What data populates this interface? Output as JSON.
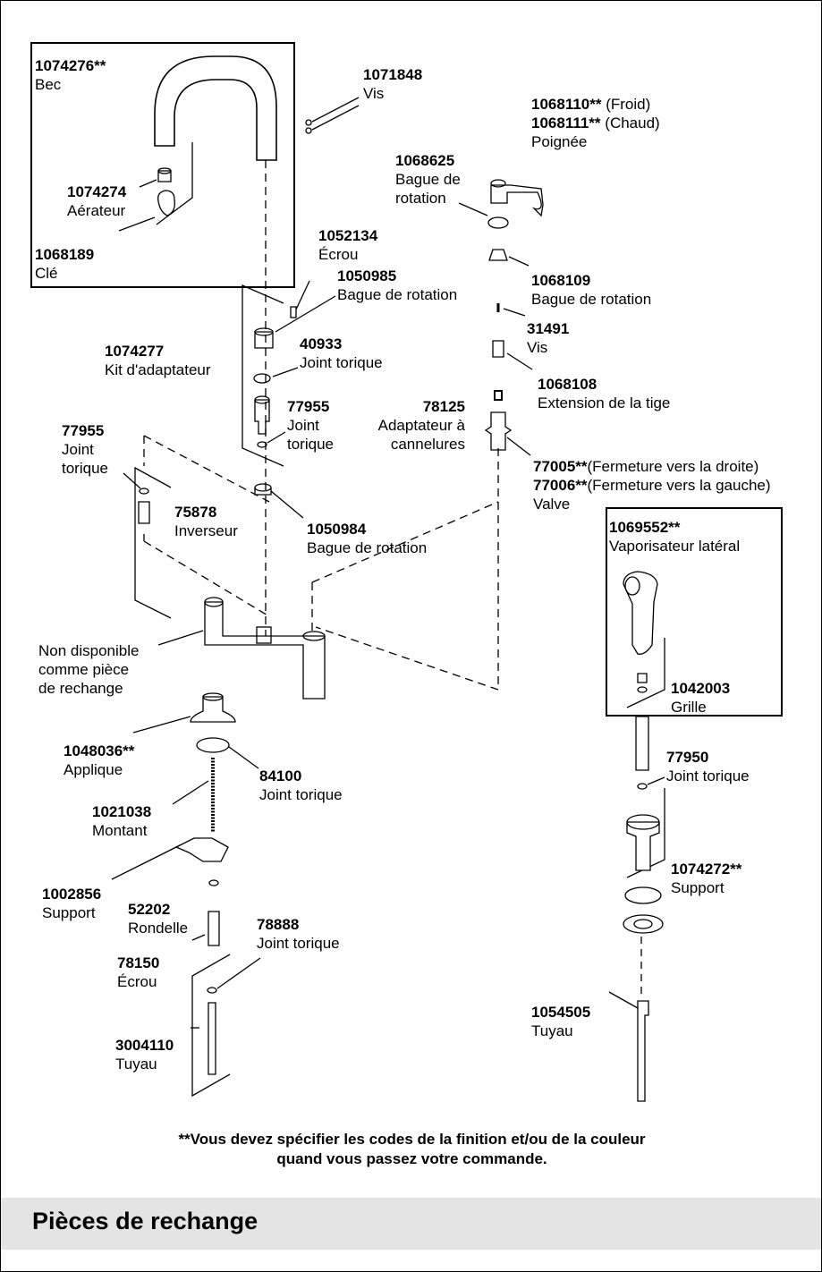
{
  "parts": {
    "bec": {
      "num": "1074276**",
      "name": "Bec"
    },
    "vis_top": {
      "num": "1071848",
      "name": "Vis"
    },
    "aerateur": {
      "num": "1074274",
      "name": "Aérateur"
    },
    "cle": {
      "num": "1068189",
      "name": "Clé"
    },
    "poignee": {
      "num1": "1068110**",
      "name1": "(Froid)",
      "num2": "1068111**",
      "name2": "(Chaud)",
      "name": "Poignée"
    },
    "bague_1068625": {
      "num": "1068625",
      "name1": "Bague de",
      "name2": "rotation"
    },
    "ecrou_1052134": {
      "num": "1052134",
      "name": "Écrou"
    },
    "bague_1050985": {
      "num": "1050985",
      "name": "Bague de rotation"
    },
    "bague_1068109": {
      "num": "1068109",
      "name": "Bague de rotation"
    },
    "vis_31491": {
      "num": "31491",
      "name": "Vis"
    },
    "kit": {
      "num": "1074277",
      "name": "Kit d'adaptateur"
    },
    "joint_40933": {
      "num": "40933",
      "name": "Joint torique"
    },
    "ext": {
      "num": "1068108",
      "name": "Extension de la tige"
    },
    "joint_77955a": {
      "num": "77955",
      "name1": "Joint",
      "name2": "torique"
    },
    "adapt": {
      "num": "78125",
      "name1": "Adaptateur à",
      "name2": "cannelures"
    },
    "joint_77955b": {
      "num": "77955",
      "name1": "Joint",
      "name2": "torique"
    },
    "valve": {
      "num1": "77005**",
      "name1": "(Fermeture vers la droite)",
      "num2": "77006**",
      "name2": "(Fermeture vers la gauche)",
      "name": "Valve"
    },
    "inverseur": {
      "num": "75878",
      "name": "Inverseur"
    },
    "bague_1050984": {
      "num": "1050984",
      "name": "Bague de rotation"
    },
    "vapo": {
      "num": "1069552**",
      "name": "Vaporisateur latéral"
    },
    "non_dispo": {
      "line1": "Non disponible",
      "line2": "comme pièce",
      "line3": "de rechange"
    },
    "grille": {
      "num": "1042003",
      "name": "Grille"
    },
    "applique": {
      "num": "1048036**",
      "name": "Applique"
    },
    "joint_84100": {
      "num": "84100",
      "name": "Joint torique"
    },
    "joint_77950": {
      "num": "77950",
      "name": "Joint torique"
    },
    "montant": {
      "num": "1021038",
      "name": "Montant"
    },
    "support_1074272": {
      "num": "1074272**",
      "name": "Support"
    },
    "support_1002856": {
      "num": "1002856",
      "name": "Support"
    },
    "rondelle": {
      "num": "52202",
      "name": "Rondelle"
    },
    "joint_78888": {
      "num": "78888",
      "name": "Joint torique"
    },
    "ecrou_78150": {
      "num": "78150",
      "name": "Écrou"
    },
    "tuyau_1054505": {
      "num": "1054505",
      "name": "Tuyau"
    },
    "tuyau_3004110": {
      "num": "3004110",
      "name": "Tuyau"
    }
  },
  "footnote": {
    "line1": "**Vous devez spécifier les codes de la finition et/ou de la couleur",
    "line2": "quand vous passez votre commande."
  },
  "section": {
    "title": "Pièces de rechange",
    "background": "#e4e4e4"
  }
}
